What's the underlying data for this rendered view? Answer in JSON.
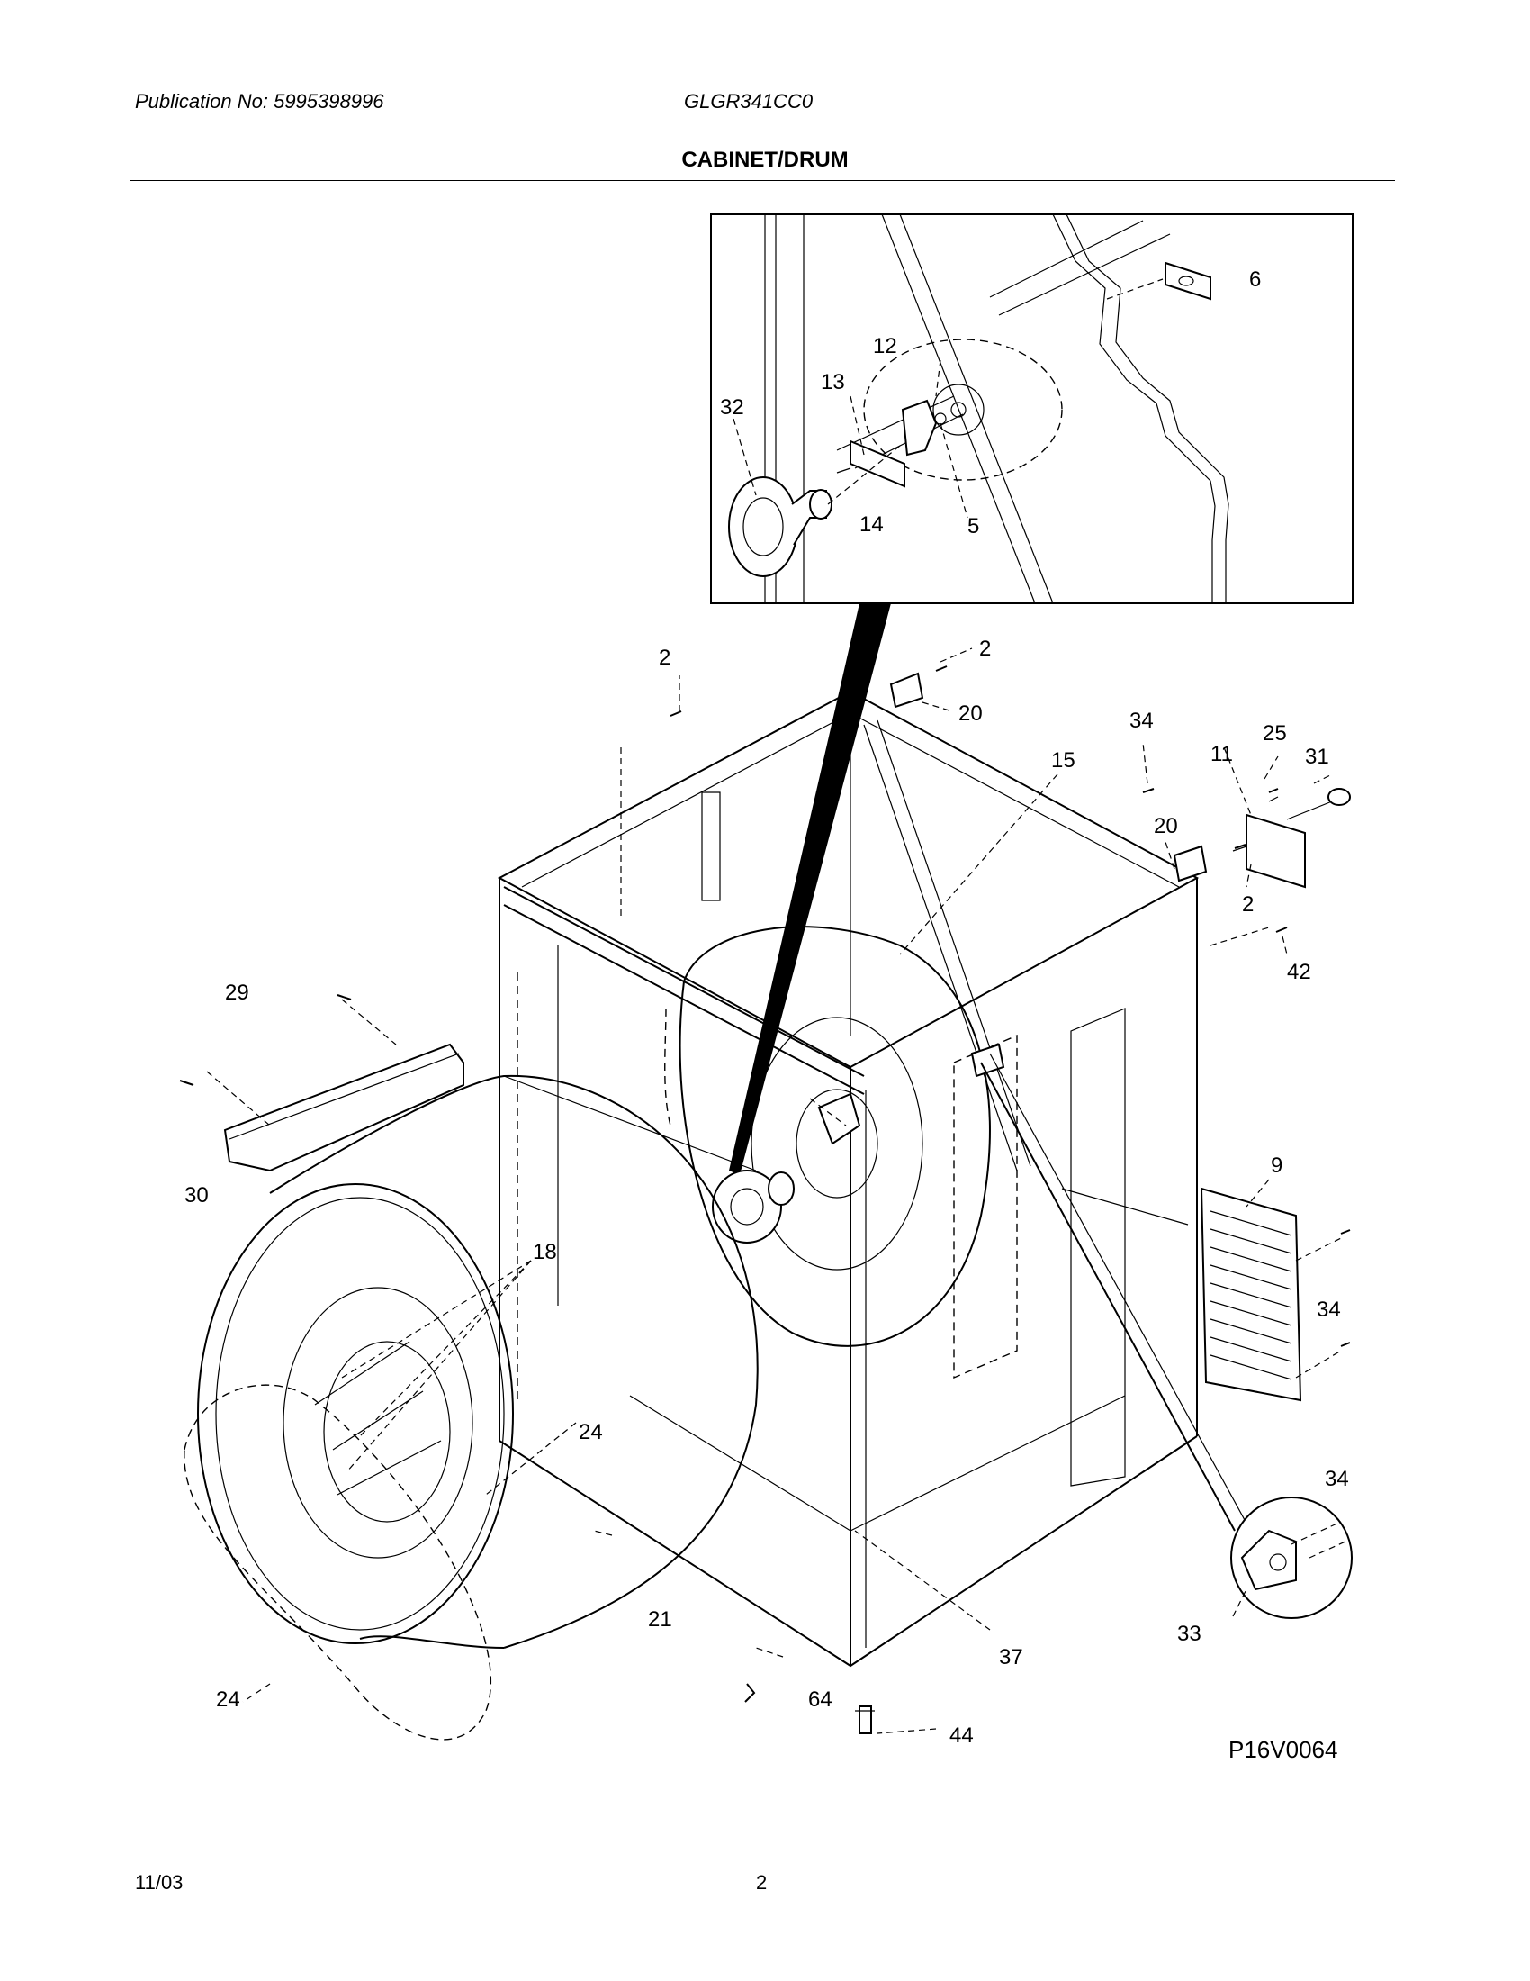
{
  "header": {
    "publication": "Publication No: 5995398996",
    "model": "GLGR341CC0"
  },
  "section_title": "CABINET/DRUM",
  "diagram_code": "P16V0064",
  "footer": {
    "date": "11/03",
    "page": "2"
  },
  "callouts": {
    "c6": "6",
    "c12": "12",
    "c13": "13",
    "c32": "32",
    "c14": "14",
    "c5": "5",
    "c2a": "2",
    "c2b": "2",
    "c20a": "20",
    "c34a": "34",
    "c25": "25",
    "c15": "15",
    "c11": "11",
    "c31": "31",
    "c20b": "20",
    "c2c": "2",
    "c42": "42",
    "c29": "29",
    "c30": "30",
    "c9": "9",
    "c18": "18",
    "c34b": "34",
    "c24a": "24",
    "c34c": "34",
    "c21": "21",
    "c33": "33",
    "c37": "37",
    "c24b": "24",
    "c64": "64",
    "c44": "44"
  }
}
